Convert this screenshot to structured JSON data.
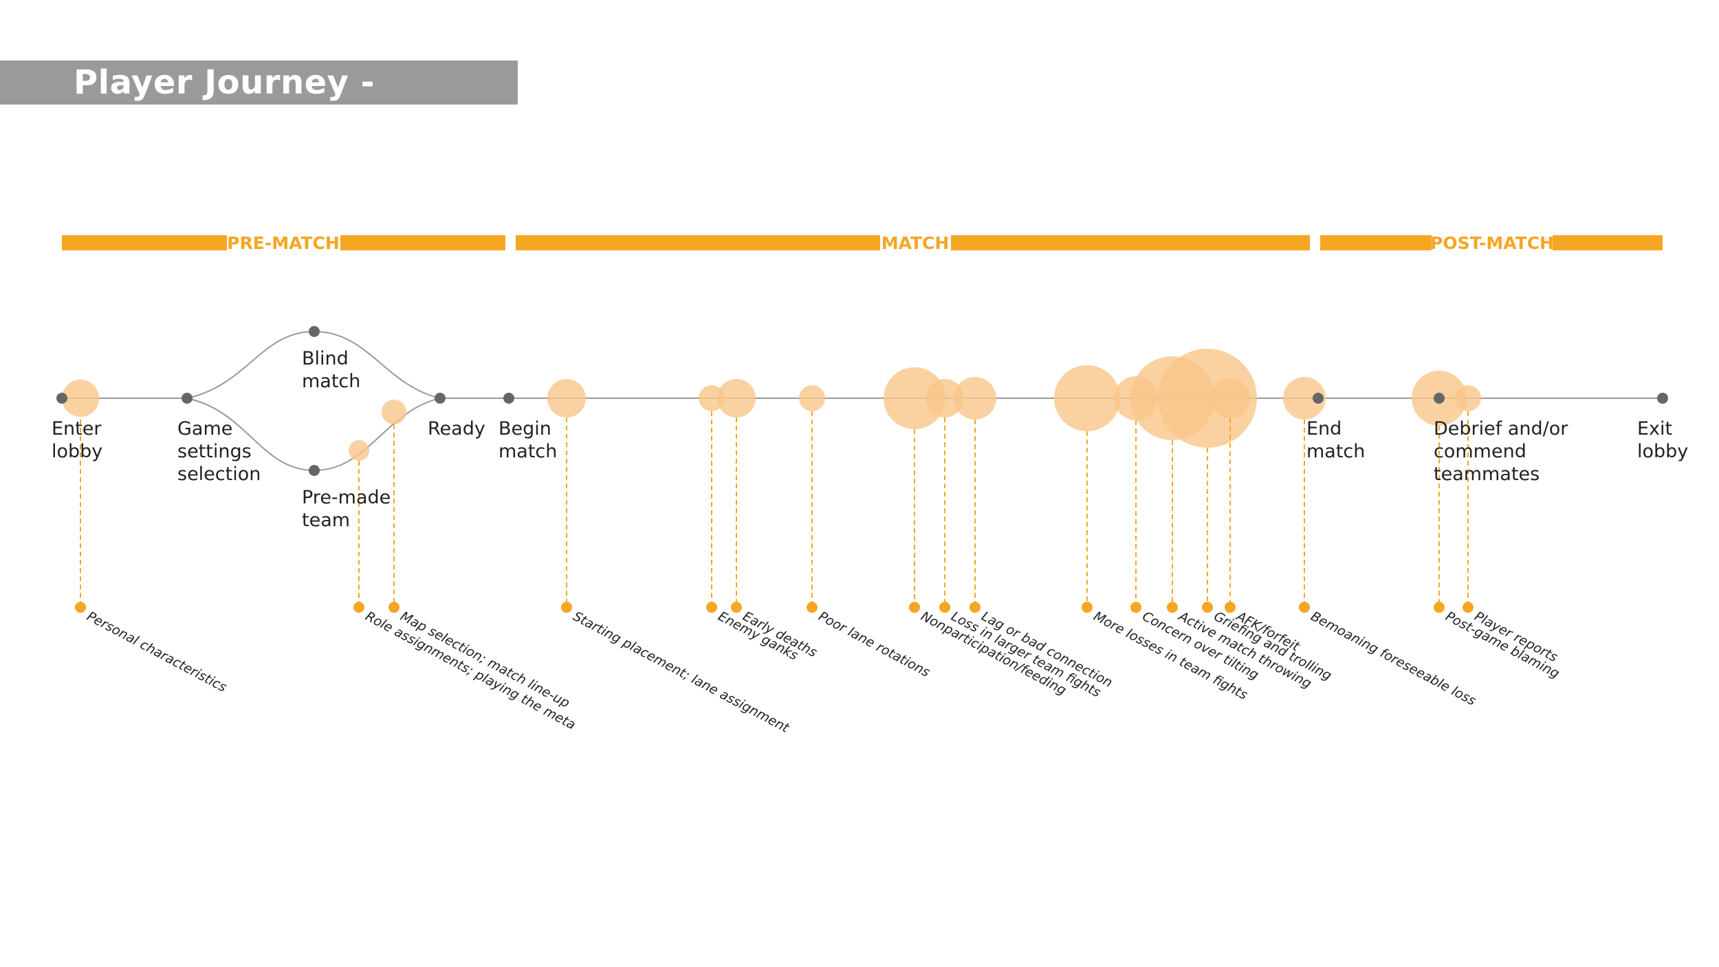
{
  "title": "Player Journey - Triggers",
  "colors": {
    "accent": "#F5A623",
    "bubble": "#F9C58A",
    "line": "#999999",
    "node": "#666666",
    "banner": "#9A9A9A"
  },
  "phases": [
    "PRE-MATCH",
    "MATCH",
    "POST-MATCH"
  ],
  "stages": {
    "enter_lobby": [
      "Enter",
      "lobby"
    ],
    "game_settings": [
      "Game",
      "settings",
      "selection"
    ],
    "blind_match": [
      "Blind",
      "match"
    ],
    "pre_made_team": [
      "Pre-made",
      "team"
    ],
    "ready": [
      "Ready"
    ],
    "begin_match": [
      "Begin",
      "match"
    ],
    "end_match": [
      "End",
      "match"
    ],
    "debrief": [
      "Debrief and/or",
      "commend",
      "teammates"
    ],
    "exit_lobby": [
      "Exit",
      "lobby"
    ]
  },
  "triggers": [
    "Personal characteristics",
    "Role assignments; playing the meta",
    "Map selection; match line-up",
    "Starting placement; lane assignment",
    "Enemy ganks",
    "Early deaths",
    "Poor lane rotations",
    "Nonparticipation/feeding",
    "Loss in larger team fights",
    "Lag or bad connection",
    "More losses in team fights",
    "Concern over tilting",
    "Active match throwing",
    "Griefing and trolling",
    "AFK/forfeit",
    "Bemoaning foreseeable loss",
    "Post-game blaming",
    "Player reports"
  ]
}
